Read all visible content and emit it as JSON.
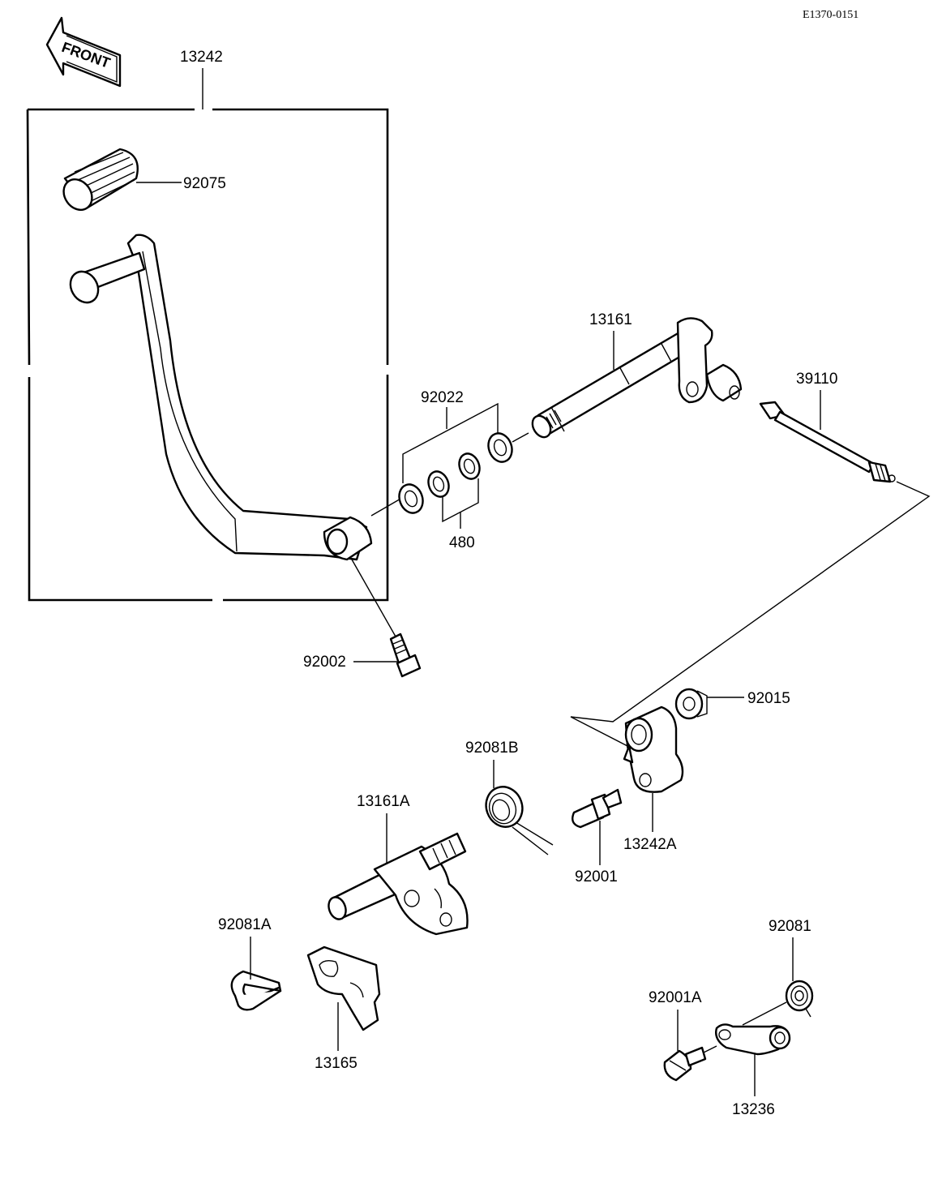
{
  "diagram": {
    "reference": "E1370-0151",
    "front_label": "FRONT",
    "parts": {
      "p13242": "13242",
      "p92075": "92075",
      "p13161": "13161",
      "p39110": "39110",
      "p92022": "92022",
      "p480": "480",
      "p92002": "92002",
      "p92015": "92015",
      "p92081B": "92081B",
      "p13161A": "13161A",
      "p92001": "92001",
      "p13242A": "13242A",
      "p92081A": "92081A",
      "p92081": "92081",
      "p92001A": "92001A",
      "p13165": "13165",
      "p13236": "13236"
    }
  }
}
